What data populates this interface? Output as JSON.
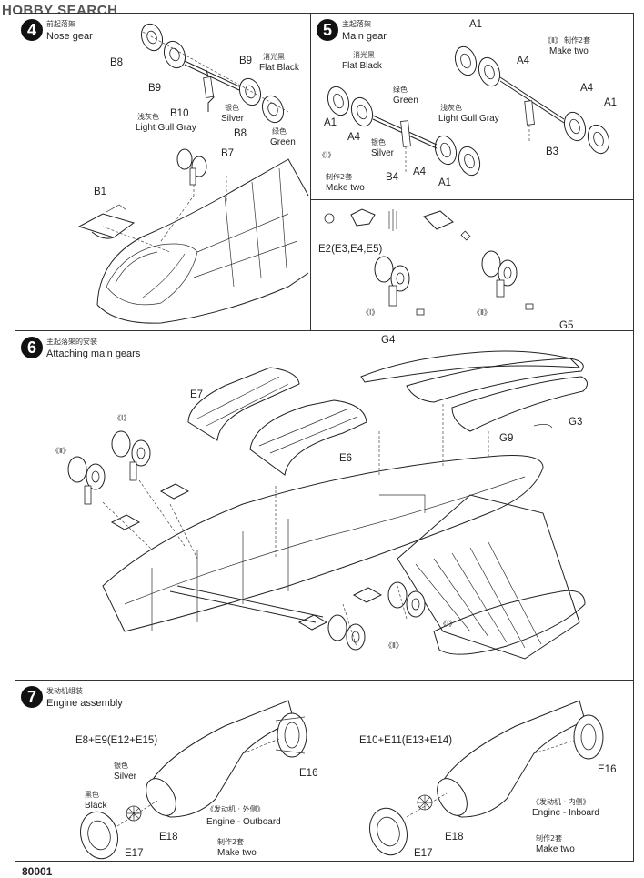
{
  "watermark": "HOBBY SEARCH",
  "page_number": "80001",
  "step4": {
    "number": "4",
    "title_cn": "前起落架",
    "title_en": "Nose gear",
    "parts": {
      "b8a": "B8",
      "b9a": "B9",
      "b9b": "B9",
      "b10": "B10",
      "b8b": "B8",
      "b7": "B7",
      "b1": "B1"
    },
    "colors": {
      "flat_black_cn": "消光黑",
      "flat_black_en": "Flat Black",
      "light_gull_cn": "浅灰色",
      "light_gull_en": "Light Gull Gray",
      "silver_cn": "银色",
      "silver_en": "Silver",
      "green_cn": "绿色",
      "green_en": "Green"
    }
  },
  "step5": {
    "number": "5",
    "title_cn": "主起落架",
    "title_en": "Main gear",
    "make_two_cn": "制作2套",
    "make_two_en": "Make two",
    "make_two_cn_b": "制作2套",
    "make_two_en_b": "Make two",
    "parts": {
      "a1a": "A1",
      "a4a": "A4",
      "a4b": "A4",
      "a1b": "A1",
      "a1c": "A1",
      "a4c": "A4",
      "a4d": "A4",
      "a1d": "A1",
      "b3": "B3",
      "b4": "B4"
    },
    "colors": {
      "flat_black_cn": "消光黑",
      "flat_black_en": "Flat Black",
      "green_cn": "绿色",
      "green_en": "Green",
      "light_gull_cn": "浅灰色",
      "light_gull_en": "Light Gull Gray",
      "silver_cn": "银色",
      "silver_en": "Silver"
    },
    "roman_i": "《Ⅰ》",
    "roman_ii": "《Ⅱ》"
  },
  "e_section": {
    "label": "E2(E3,E4,E5)",
    "roman_i": "《Ⅰ》",
    "roman_ii": "《Ⅱ》"
  },
  "step6": {
    "number": "6",
    "title_cn": "主起落架的安装",
    "title_en": "Attaching main gears",
    "parts": {
      "e7": "E7",
      "e6": "E6",
      "g4": "G4",
      "g5": "G5",
      "g3": "G3",
      "g9": "G9"
    },
    "roman_i": "《Ⅰ》",
    "roman_ii": "《Ⅱ》",
    "roman_i_b": "《Ⅰ》",
    "roman_ii_b": "《Ⅱ》"
  },
  "step7": {
    "number": "7",
    "title_cn": "发动机组装",
    "title_en": "Engine assembly",
    "left": {
      "label": "E8+E9(E12+E15)",
      "silver_cn": "银色",
      "silver_en": "Silver",
      "black_cn": "黑色",
      "black_en": "Black",
      "e16": "E16",
      "e18": "E18",
      "e17": "E17",
      "engine_cn": "《发动机 · 外侧》",
      "engine_en": "Engine - Outboard",
      "make_two_cn": "制作2套",
      "make_two_en": "Make two"
    },
    "right": {
      "label": "E10+E11(E13+E14)",
      "e16": "E16",
      "e18": "E18",
      "e17": "E17",
      "engine_cn": "《发动机 · 内侧》",
      "engine_en": "Engine - Inboard",
      "make_two_cn": "制作2套",
      "make_two_en": "Make two"
    }
  }
}
